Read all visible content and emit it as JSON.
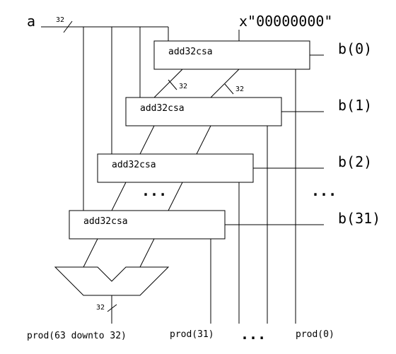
{
  "inputs": {
    "a_label": "a",
    "a_width": "32",
    "zero_constant": "x\"00000000\""
  },
  "adders": [
    {
      "label": "add32csa",
      "b_label": "b(0)"
    },
    {
      "label": "add32csa",
      "b_label": "b(1)"
    },
    {
      "label": "add32csa",
      "b_label": "b(2)"
    },
    {
      "label": "add32csa",
      "b_label": "b(31)"
    }
  ],
  "bus_widths": {
    "sum_bus": "32",
    "carry_bus": "32",
    "output_bus": "32"
  },
  "ellipsis": {
    "middle": "...",
    "right": "...",
    "bottom": "..."
  },
  "outputs": {
    "high": "prod(63 downto 32)",
    "bit31": "prod(31)",
    "bit0": "prod(0)"
  }
}
